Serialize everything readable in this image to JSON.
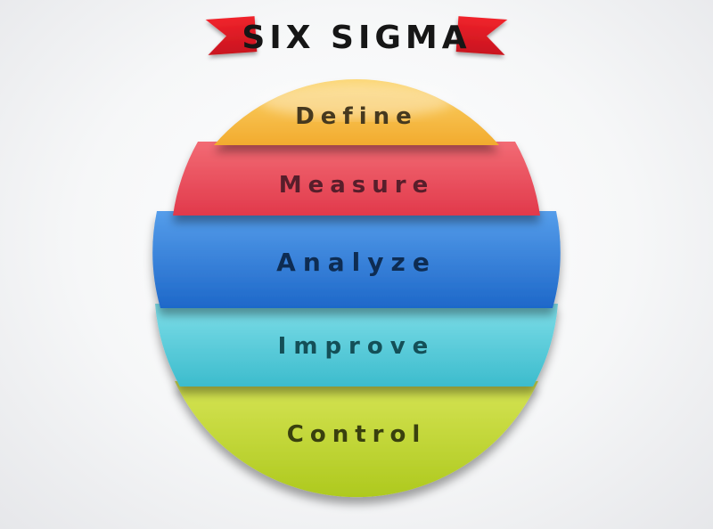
{
  "title": "SIX SIGMA",
  "colors": {
    "background_center": "#ffffff",
    "background_edge": "#e6e7ea",
    "title_color": "#161616"
  },
  "ribbon": {
    "color_top": "#f0232b",
    "color_bottom": "#c9141f"
  },
  "steps": [
    {
      "label": "Define",
      "color_top": "#fbd46b",
      "color_bottom": "#f2ab2e",
      "label_color": "#46391f"
    },
    {
      "label": "Measure",
      "color_top": "#f26b74",
      "color_bottom": "#e1394b",
      "label_color": "#571e2b"
    },
    {
      "label": "Analyze",
      "color_top": "#559dea",
      "color_bottom": "#1e68c9",
      "label_color": "#0e2c52"
    },
    {
      "label": "Improve",
      "color_top": "#7edde8",
      "color_bottom": "#3cbccd",
      "label_color": "#144f57"
    },
    {
      "label": "Control",
      "color_top": "#d6e455",
      "color_bottom": "#aec91e",
      "label_color": "#39400e"
    }
  ]
}
